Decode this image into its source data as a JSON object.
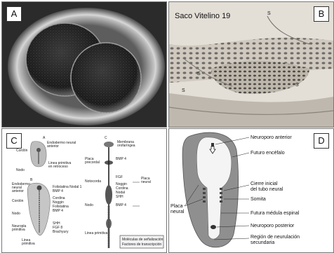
{
  "panels": {
    "a": {
      "label": "A"
    },
    "b": {
      "label": "B",
      "title": "Saco Vitelino 19",
      "markers": [
        "S",
        "S",
        "S",
        "S"
      ]
    },
    "c": {
      "label": "C",
      "sub": [
        "A",
        "B",
        "C"
      ],
      "textA": [
        "Endodermo neural",
        "anterior",
        "Linea primitiva",
        "en retroceso",
        "Cordón",
        "Nodo"
      ],
      "textB": [
        "Endodermo",
        "neural",
        "anterior",
        "Cordón",
        "Nodo",
        "Neuropla",
        "primitiva",
        "Linea",
        "primitiva"
      ],
      "textB2": [
        "Folistatina Nodal 1",
        "BMP 4",
        "Cordina",
        "Noggin",
        "Folistatina",
        "BMP 4",
        "SHH",
        "FGF 8",
        "Brachyury"
      ],
      "textC": [
        "Membrana",
        "orofaríngea",
        "Placa",
        "precordal",
        "Notocorda",
        "Nodo",
        "Linea primitiva",
        "BMP 4",
        "Placa",
        "neural",
        "FGF",
        "Noggin",
        "Cordina",
        "Nodal",
        "SHH",
        "BMP 4"
      ],
      "boxtext": [
        "Moléculas de señalización",
        "Factores de transcripción"
      ]
    },
    "d": {
      "label": "D",
      "labels": [
        "Neuroporo anterior",
        "Futuro encéfalo",
        "Cierre inicial",
        "del tubo neural",
        "Somita",
        "Futura médula espinal",
        "Neuroporo posterior",
        "Región de neurulación",
        "secundaria",
        "Placa",
        "neural"
      ]
    }
  }
}
